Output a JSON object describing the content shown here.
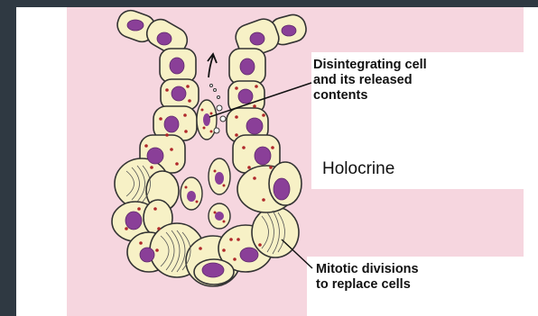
{
  "diagram": {
    "annotations": {
      "disintegrating": [
        "Disintegrating cell",
        "and its released",
        "contents"
      ],
      "holocrine": "Holocrine",
      "mitotic": [
        "Mitotic divisions",
        "to replace cells"
      ]
    },
    "colors": {
      "background_pink": "#f6d6df",
      "cell_fill": "#f7f1c6",
      "cell_stroke": "#333333",
      "nucleus": "#8a3f98",
      "granule": "#b0282a",
      "frame_dark": "#2f3942"
    }
  }
}
